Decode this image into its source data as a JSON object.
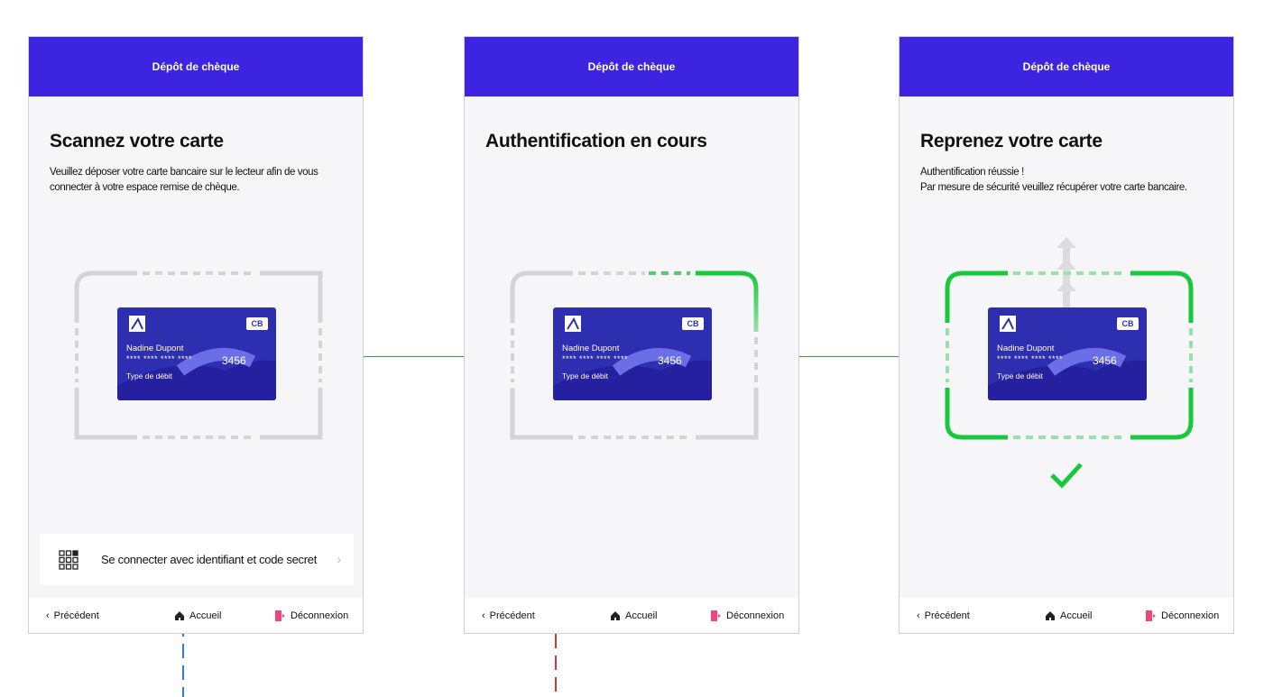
{
  "screens": [
    {
      "header": "Dépôt de chèque",
      "title": "Scannez votre carte",
      "description": [
        "Veuillez déposer votre carte bancaire sur le lecteur afin de vous",
        "connecter à votre espace remise de chèque."
      ],
      "login_option": "Se connecter avec identifiant et code secret"
    },
    {
      "header": "Dépôt de chèque",
      "title": "Authentification en cours",
      "description": []
    },
    {
      "header": "Dépôt de chèque",
      "title": "Reprenez votre carte",
      "description": [
        "Authentification réussie !",
        "Par mesure de sécurité veuillez récupérer votre carte bancaire."
      ]
    }
  ],
  "card": {
    "holder": "Nadine Dupont",
    "masked_number": "**** **** **** ****",
    "last_digits": "3456",
    "type": "Type de débit",
    "network": "CB"
  },
  "footer": {
    "previous": "Précédent",
    "home": "Accueil",
    "logout": "Déconnexion"
  },
  "colors": {
    "brand": "#3d24e0",
    "success": "#17c83c",
    "card": "#2e2fb0",
    "logout_icon": "#f0457a"
  },
  "icons": [
    "chevron-left-icon",
    "home-icon",
    "logout-icon",
    "keypad-icon",
    "chevron-right-icon",
    "check-icon",
    "arrow-up-icon",
    "card-logo-icon"
  ]
}
